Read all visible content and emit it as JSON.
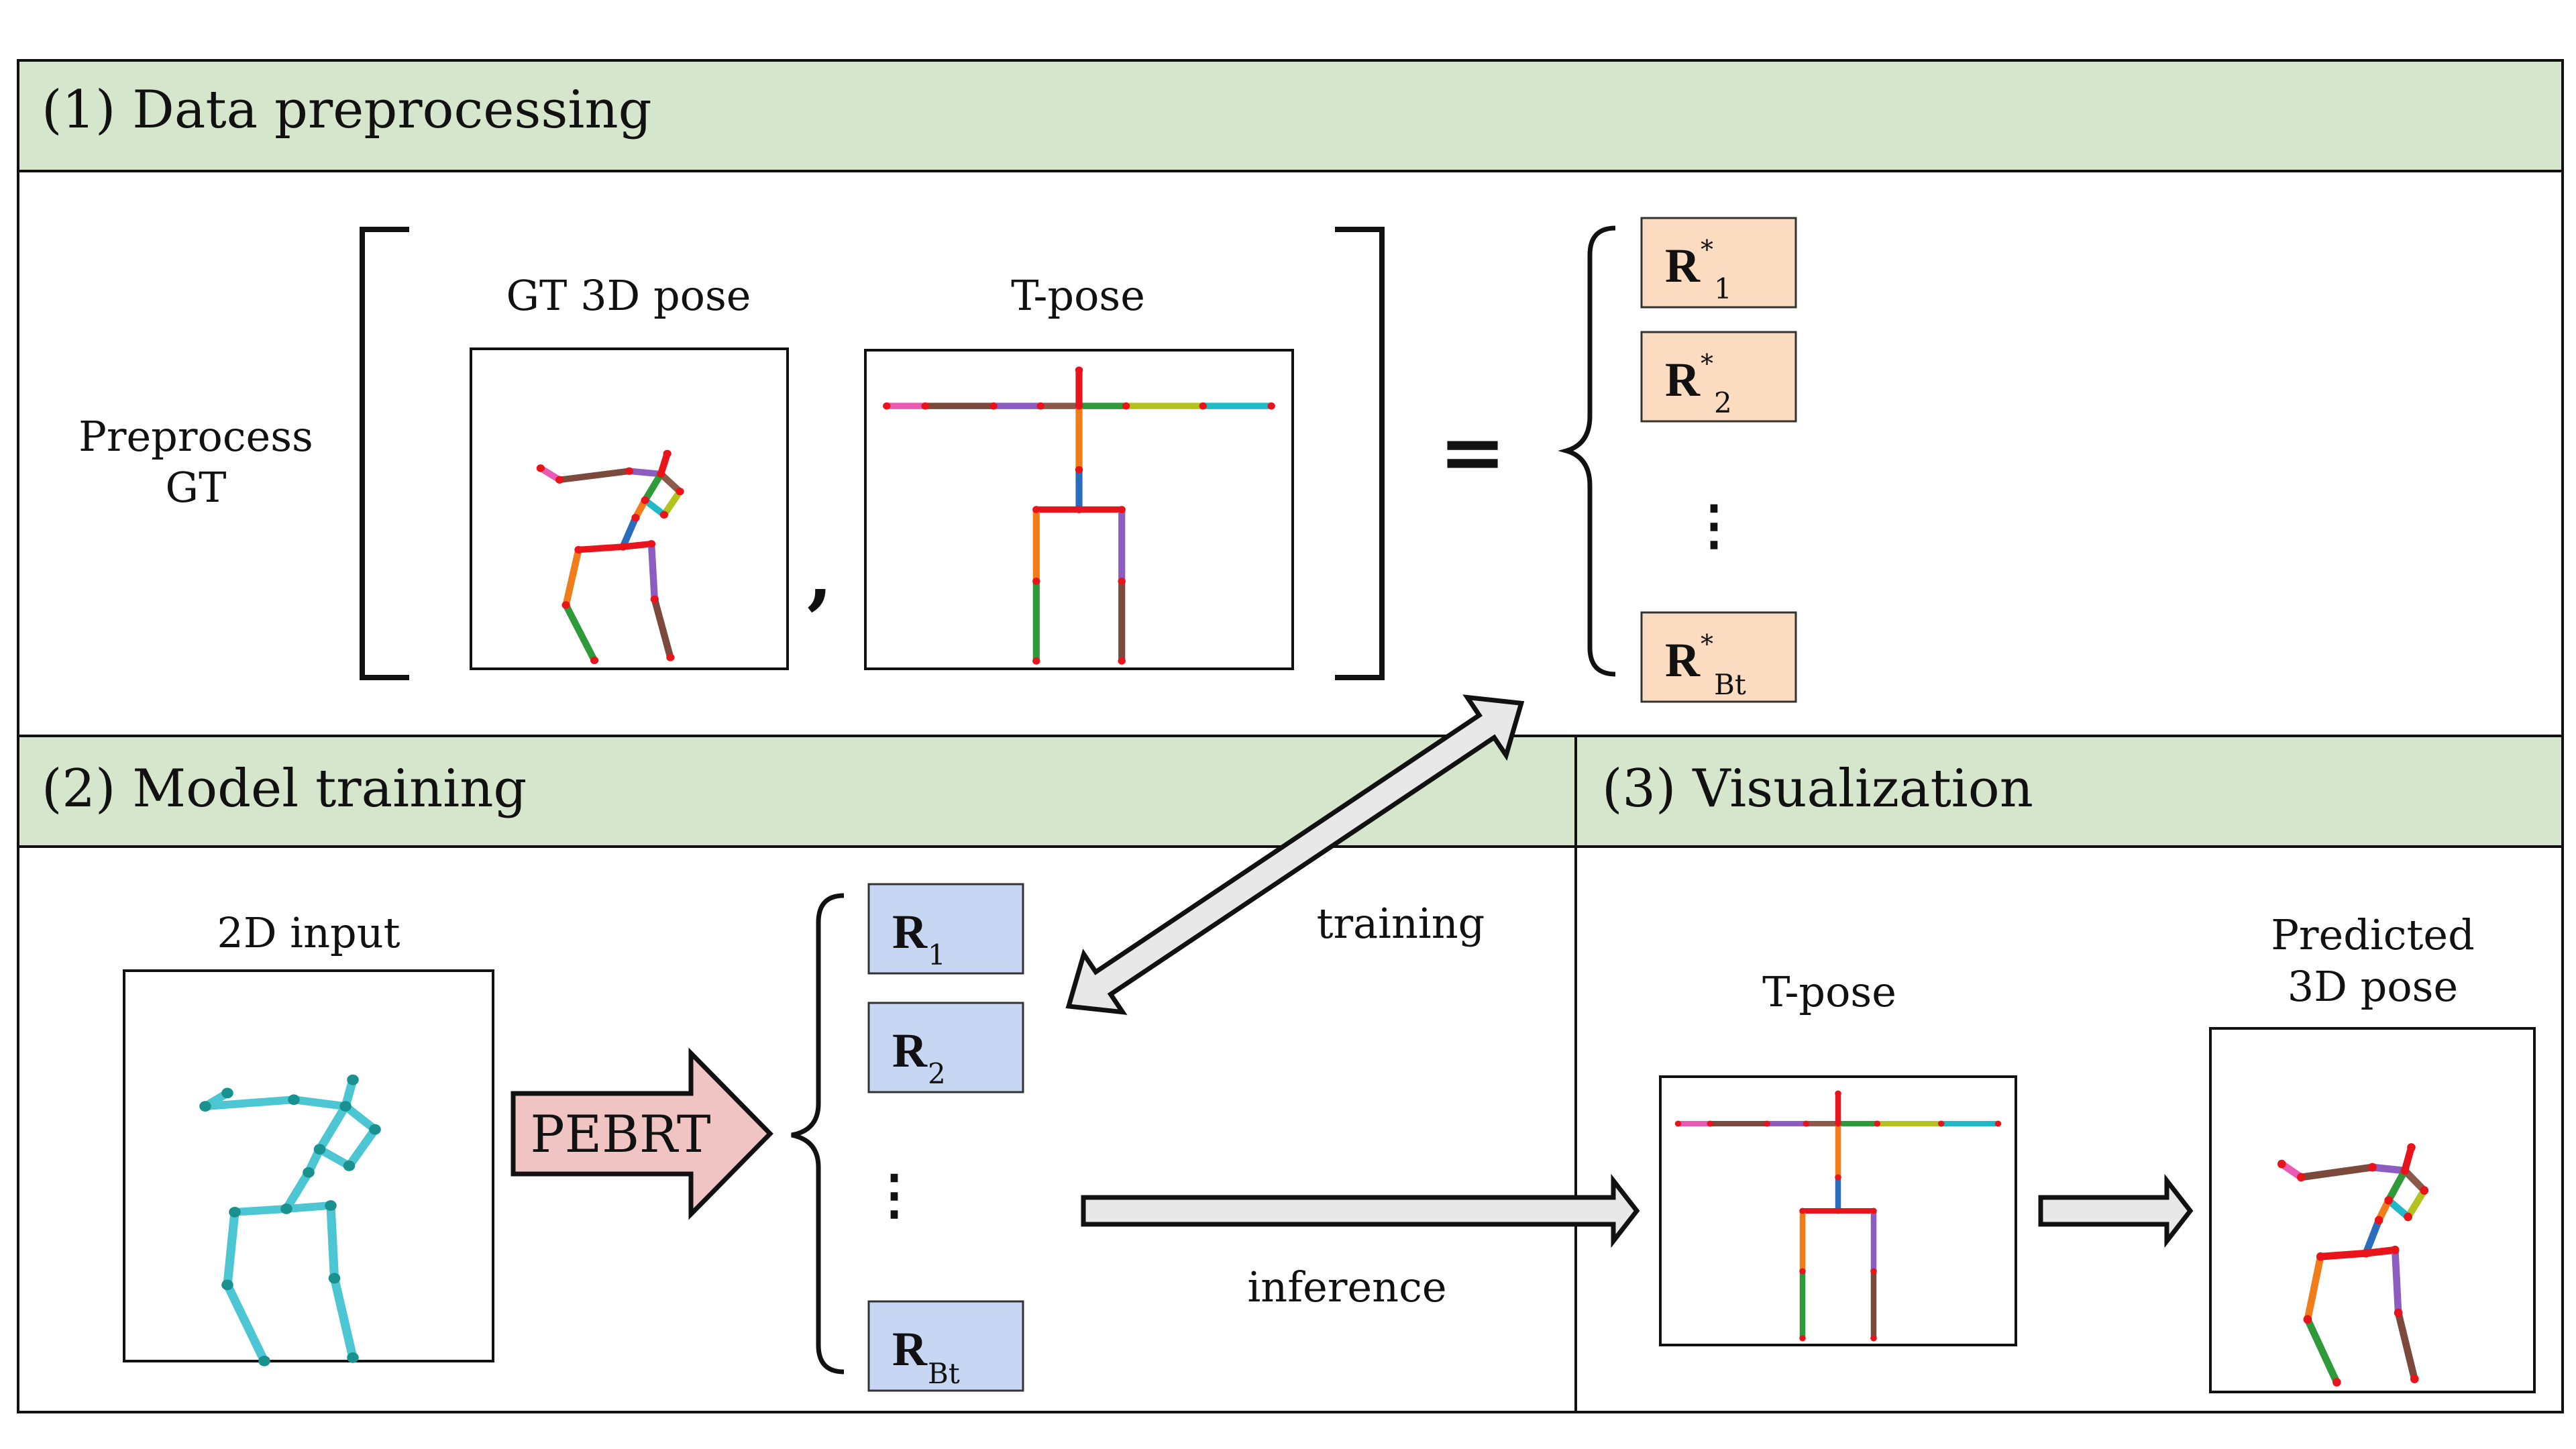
{
  "colors": {
    "header_fill": "#d5e6cc",
    "gt_box_fill": "#fbdcc0",
    "pred_box_fill": "#c7d6f3",
    "pebrt_fill": "#f1c4c4",
    "arrow_fill": "#e8e8e8",
    "joint": "#e8131b",
    "input_line": "#4cc6d2",
    "input_joint": "#19918f"
  },
  "section1": {
    "title": "(1) Data preprocessing",
    "preprocess_label_line1": "Preprocess",
    "preprocess_label_line2": "GT",
    "gt_pose_label": "GT 3D pose",
    "tpose_label": "T-pose",
    "comma": ",",
    "equals": "=",
    "gt_rot": {
      "symbol": "R",
      "star": "*",
      "items": [
        "1",
        "2",
        "Bt"
      ],
      "ellipsis": "⋮"
    }
  },
  "section2": {
    "title": "(2) Model training",
    "input_label": "2D input",
    "model_label": "PEBRT",
    "pred_rot": {
      "symbol": "R",
      "items": [
        "1",
        "2",
        "Bt"
      ],
      "ellipsis": "⋮"
    },
    "training_label": "training",
    "inference_label": "inference"
  },
  "section3": {
    "title": "(3) Visualization",
    "tpose_label": "T-pose",
    "predicted_label_line1": "Predicted",
    "predicted_label_line2": "3D pose"
  }
}
